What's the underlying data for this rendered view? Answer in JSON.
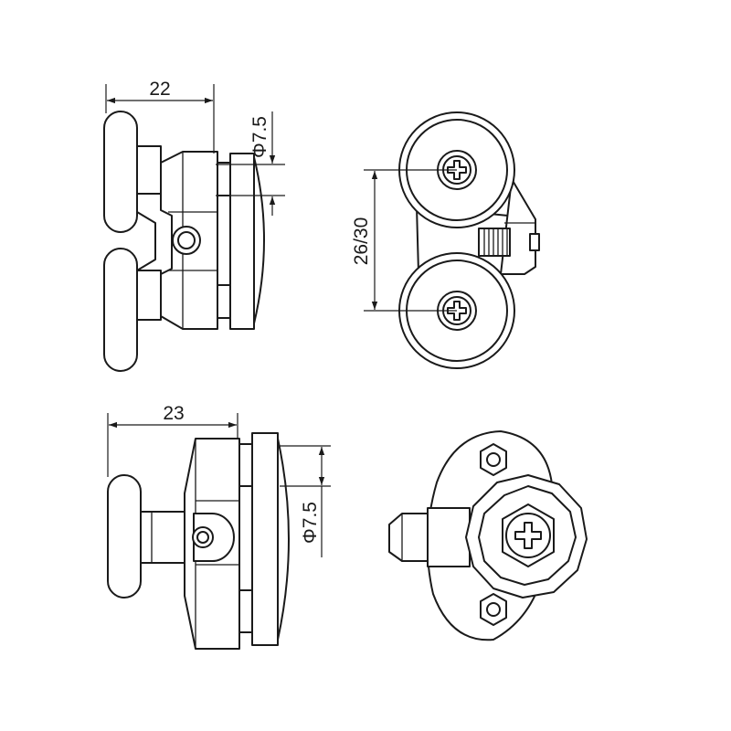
{
  "dimensions": {
    "top_width": "22",
    "top_shaft_diameter": "Φ7.5",
    "wheel_spacing": "26/30",
    "bottom_width": "23",
    "bottom_shaft_diameter": "Φ7.5"
  },
  "colors": {
    "stroke": "#1a1a1a",
    "background": "#ffffff"
  }
}
